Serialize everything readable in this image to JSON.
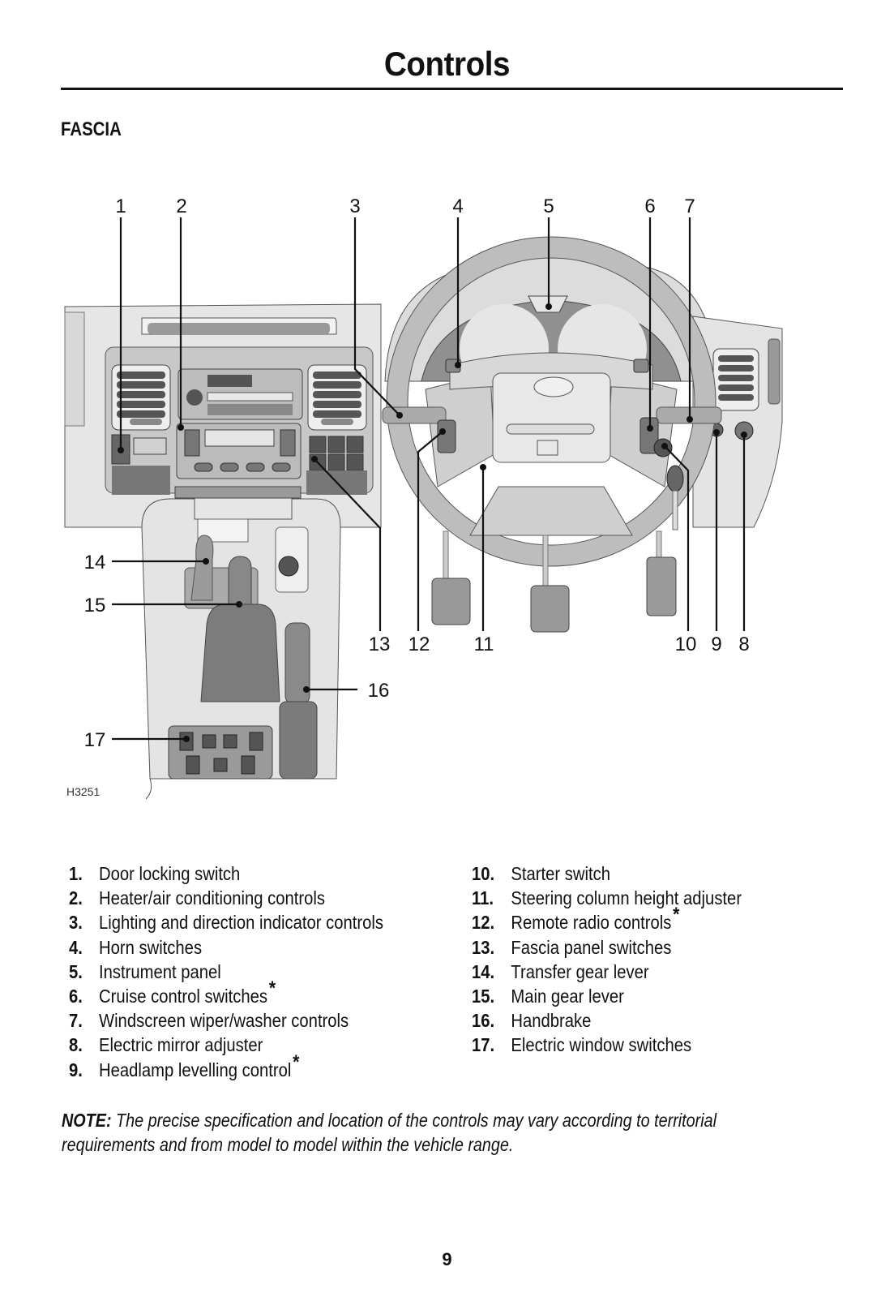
{
  "page": {
    "title": "Controls",
    "section_heading": "FASCIA",
    "page_number": "9"
  },
  "figure": {
    "code": "H3251",
    "callouts": [
      "1",
      "2",
      "3",
      "4",
      "5",
      "6",
      "7",
      "8",
      "9",
      "10",
      "11",
      "12",
      "13",
      "14",
      "15",
      "16",
      "17"
    ]
  },
  "legend": {
    "left": [
      {
        "num": "1.",
        "label": "Door locking switch",
        "star": ""
      },
      {
        "num": "2.",
        "label": "Heater/air conditioning controls",
        "star": ""
      },
      {
        "num": "3.",
        "label": "Lighting and direction indicator controls",
        "star": ""
      },
      {
        "num": "4.",
        "label": "Horn switches",
        "star": ""
      },
      {
        "num": "5.",
        "label": "Instrument panel",
        "star": ""
      },
      {
        "num": "6.",
        "label": "Cruise control switches",
        "star": "*"
      },
      {
        "num": "7.",
        "label": "Windscreen wiper/washer controls",
        "star": ""
      },
      {
        "num": "8.",
        "label": "Electric mirror adjuster",
        "star": ""
      },
      {
        "num": "9.",
        "label": "Headlamp levelling control",
        "star": "*"
      }
    ],
    "right": [
      {
        "num": "10.",
        "label": "Starter switch",
        "star": ""
      },
      {
        "num": "11.",
        "label": "Steering column height adjuster",
        "star": ""
      },
      {
        "num": "12.",
        "label": "Remote radio controls",
        "star": "*"
      },
      {
        "num": "13.",
        "label": "Fascia panel switches",
        "star": ""
      },
      {
        "num": "14.",
        "label": "Transfer gear lever",
        "star": ""
      },
      {
        "num": "15.",
        "label": "Main gear lever",
        "star": ""
      },
      {
        "num": "16.",
        "label": "Handbrake",
        "star": ""
      },
      {
        "num": "17.",
        "label": "Electric window switches",
        "star": ""
      }
    ]
  },
  "note": {
    "label": "NOTE:",
    "text": " The precise specification and location of the controls may vary according to territorial requirements and from model to model within the vehicle range."
  }
}
